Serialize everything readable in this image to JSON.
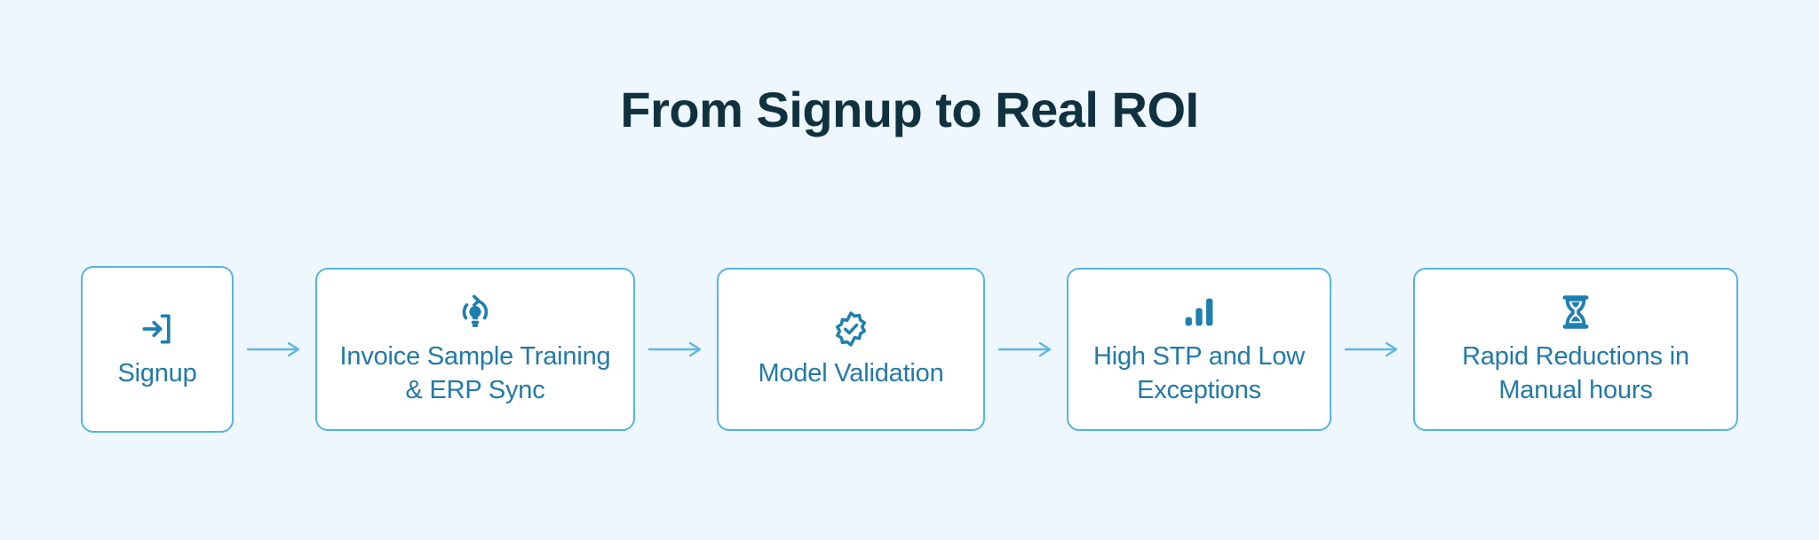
{
  "page": {
    "background_color": "#eef7fd",
    "title": "From Signup to Real ROI",
    "title_color": "#10313f"
  },
  "theme": {
    "card_background": "#ffffff",
    "card_border": "#56b4e2",
    "label_color": "#2279a8",
    "icon_color": "#1f7fae",
    "arrow_color": "#5cb8e4"
  },
  "flow": {
    "steps": [
      {
        "label": "Signup",
        "icon": "login-arrow-icon",
        "size": "w-sm"
      },
      {
        "label": "Invoice Sample Training & ERP Sync",
        "icon": "lightbulb-refresh-icon",
        "size": "w-lg"
      },
      {
        "label": "Model Validation",
        "icon": "verified-badge-check-icon",
        "size": "w-md"
      },
      {
        "label": "High STP and Low Exceptions",
        "icon": "bar-chart-icon",
        "size": "w-md2"
      },
      {
        "label": "Rapid Reductions in Manual hours",
        "icon": "hourglass-icon",
        "size": "w-lg2"
      }
    ],
    "connectors": [
      {
        "name": "arrow-right-icon"
      },
      {
        "name": "arrow-right-icon"
      },
      {
        "name": "arrow-right-icon"
      },
      {
        "name": "arrow-right-icon"
      }
    ]
  }
}
